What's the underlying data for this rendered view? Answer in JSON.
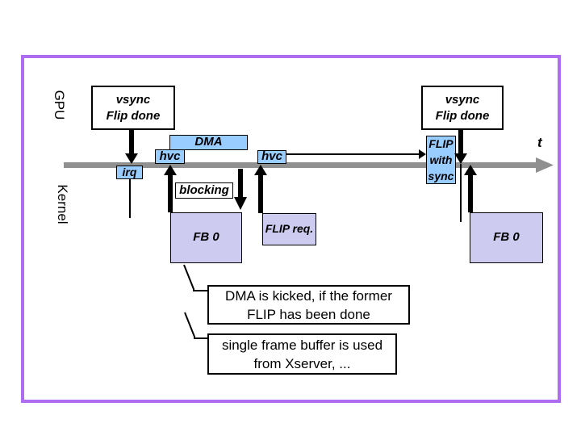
{
  "slide": {
    "lanes": {
      "gpu": "GPU",
      "kernel": "Kernel"
    },
    "gpu_events": {
      "vsync_left": "vsync\nFlip done",
      "vsync_right": "vsync\nFlip done",
      "dma": "DMA"
    },
    "timeline": {
      "t_label": "t"
    },
    "kernel_events": {
      "hvc1": "hvc",
      "hvc2": "hvc",
      "irq": "irq",
      "blocking": "blocking",
      "fb0_left": "FB 0",
      "flip_req": "FLIP req.",
      "flip_with_sync": "FLIP\nwith\nsync",
      "fb0_right": "FB 0"
    },
    "callouts": {
      "dma_note": "DMA is kicked, if the former\nFLIP has been done",
      "fb_note": "single frame buffer is used\nfrom Xserver, ..."
    },
    "colors": {
      "event_blue": "#99ccff",
      "buffer_lavender": "#cdccf0",
      "timeline_gray": "#909090",
      "frame_purple": "#ae6df0",
      "arrow_black": "#000000"
    }
  }
}
